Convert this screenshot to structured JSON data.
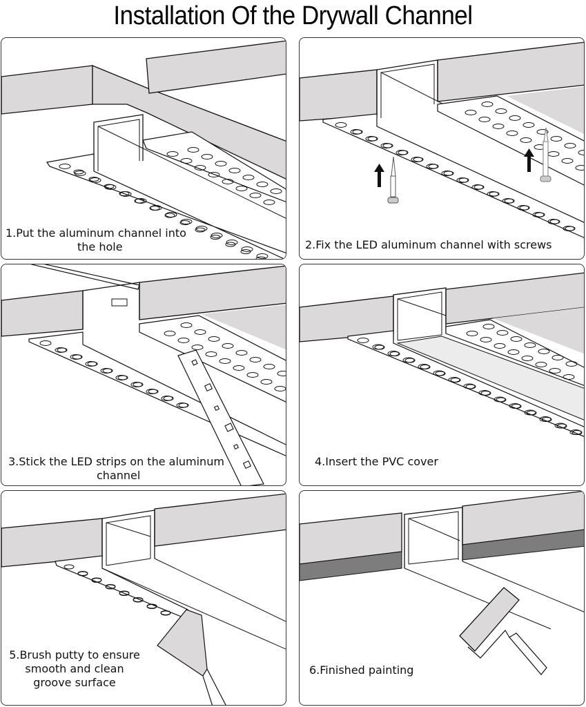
{
  "title": "Installation Of the Drywall Channel",
  "colors": {
    "drywall_fill": "#dcd9da",
    "paint_fill": "#7d7d7d",
    "line": "#111111",
    "cover_fill": "#ececec",
    "background": "#ffffff"
  },
  "steps": [
    {
      "number": 1,
      "caption_line1": "1.Put the aluminum channel into",
      "caption_line2": "the hole",
      "illustration": "channel-into-hole"
    },
    {
      "number": 2,
      "caption_line1": "2.Fix the LED aluminum channel with screws",
      "illustration": "screws-arrows"
    },
    {
      "number": 3,
      "caption_line1": "3.Stick the LED strips on the aluminum",
      "caption_line2": "channel",
      "illustration": "led-strip"
    },
    {
      "number": 4,
      "caption_line1": "4.Insert the PVC cover",
      "illustration": "pvc-cover"
    },
    {
      "number": 5,
      "caption_line1": "5.Brush putty to ensure",
      "caption_line2": "smooth and clean",
      "caption_line3": "groove surface",
      "illustration": "putty-knife"
    },
    {
      "number": 6,
      "caption_line1": "6.Finished painting",
      "illustration": "paint-roller"
    }
  ]
}
